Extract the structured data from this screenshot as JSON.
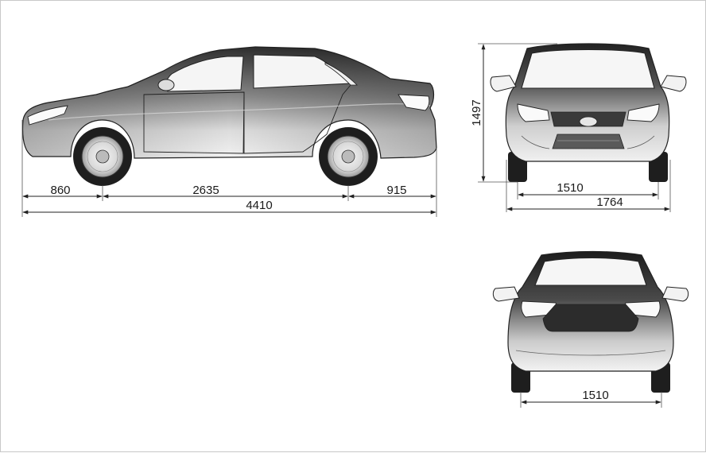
{
  "side_view": {
    "front_overhang": "860",
    "wheelbase": "2635",
    "rear_overhang": "915",
    "overall_length": "4410"
  },
  "front_view": {
    "height": "1497",
    "front_track": "1510",
    "overall_width": "1764"
  },
  "rear_view": {
    "rear_track": "1510"
  },
  "colors": {
    "body_dark": "#3a3a3a",
    "body_light": "#e8e8e8",
    "glass": "#f4f4f4",
    "tire": "#1e1e1e",
    "line": "#222222"
  }
}
